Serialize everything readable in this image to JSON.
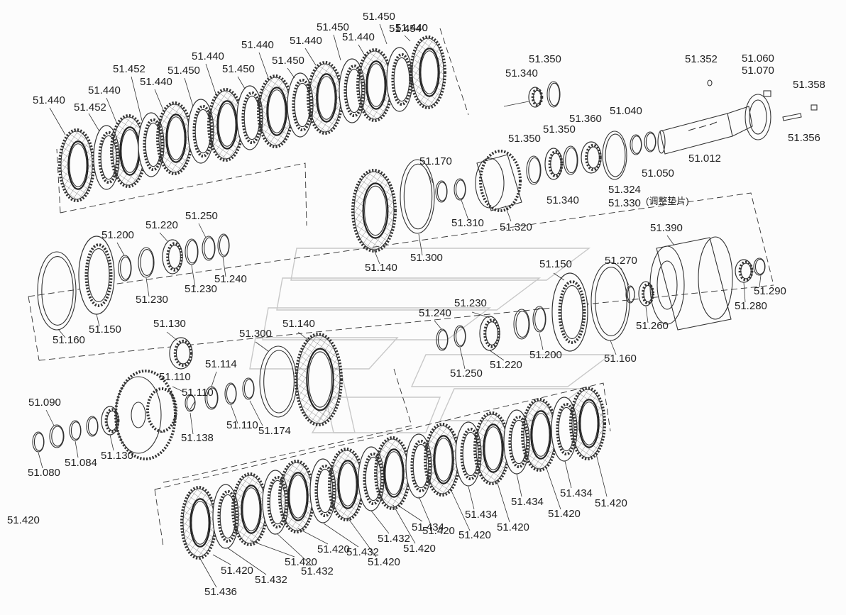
{
  "diagram": {
    "labels": [
      "51.440",
      "51.452",
      "51.440",
      "51.452",
      "51.440",
      "51.450",
      "51.440",
      "51.450",
      "51.440",
      "51.450",
      "51.440",
      "51.450",
      "51.440",
      "51.450",
      "51.454",
      "51.440",
      "51.440",
      "51.350",
      "51.340",
      "51.352",
      "51.060",
      "51.070",
      "51.358",
      "51.356",
      "51.012",
      "51.050",
      "51.040",
      "51.360",
      "51.350",
      "51.350",
      "51.340",
      "51.324",
      "51.330",
      "(调整垫片)",
      "51.170",
      "51.310",
      "51.320",
      "51.300",
      "51.140",
      "51.200",
      "51.220",
      "51.250",
      "51.240",
      "51.230",
      "51.230",
      "51.150",
      "51.160",
      "51.390",
      "51.270",
      "51.290",
      "51.280",
      "51.260",
      "51.160",
      "51.150",
      "51.230",
      "51.240",
      "51.250",
      "51.220",
      "51.200",
      "51.130",
      "51.300",
      "51.140",
      "51.110",
      "51.114",
      "51.110",
      "51.138",
      "51.110",
      "51.174",
      "51.090",
      "51.084",
      "51.080",
      "51.130",
      "51.420",
      "51.434",
      "51.420",
      "51.434",
      "51.420",
      "51.434",
      "51.420",
      "51.420",
      "51.434",
      "51.420",
      "51.432",
      "51.420",
      "51.432",
      "51.420",
      "51.432",
      "51.420",
      "51.432",
      "51.420",
      "51.436",
      "51.420"
    ]
  }
}
